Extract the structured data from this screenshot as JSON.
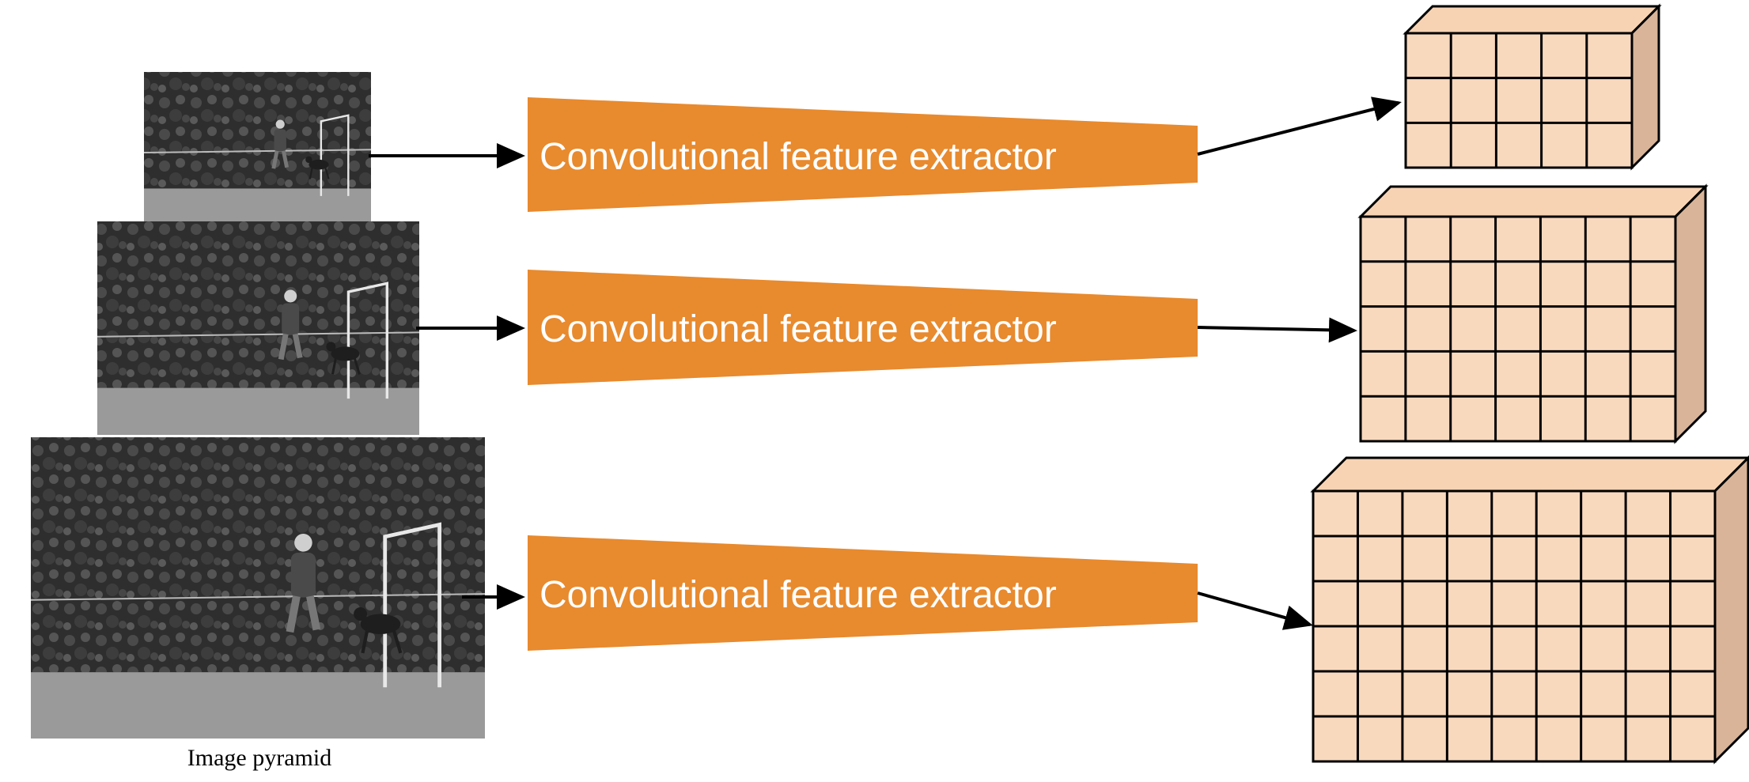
{
  "colors": {
    "extractor_fill": "#E88A2E",
    "feature_front": "#F9D9BE",
    "feature_side": "#D9B498",
    "feature_top": "#F7D3B4",
    "photo_sky": "#3a3a3a",
    "photo_field": "#9a9a9a",
    "stroke": "#000000"
  },
  "pyramid": {
    "caption": "Image pyramid",
    "levels": [
      {
        "name": "image-small"
      },
      {
        "name": "image-medium"
      },
      {
        "name": "image-large"
      }
    ]
  },
  "extractors": [
    {
      "label": "Convolutional feature extractor"
    },
    {
      "label": "Convolutional feature extractor"
    },
    {
      "label": "Convolutional feature extractor"
    }
  ],
  "feature_maps": [
    {
      "rows": 3,
      "cols": 5
    },
    {
      "rows": 5,
      "cols": 7
    },
    {
      "rows": 6,
      "cols": 9
    }
  ]
}
